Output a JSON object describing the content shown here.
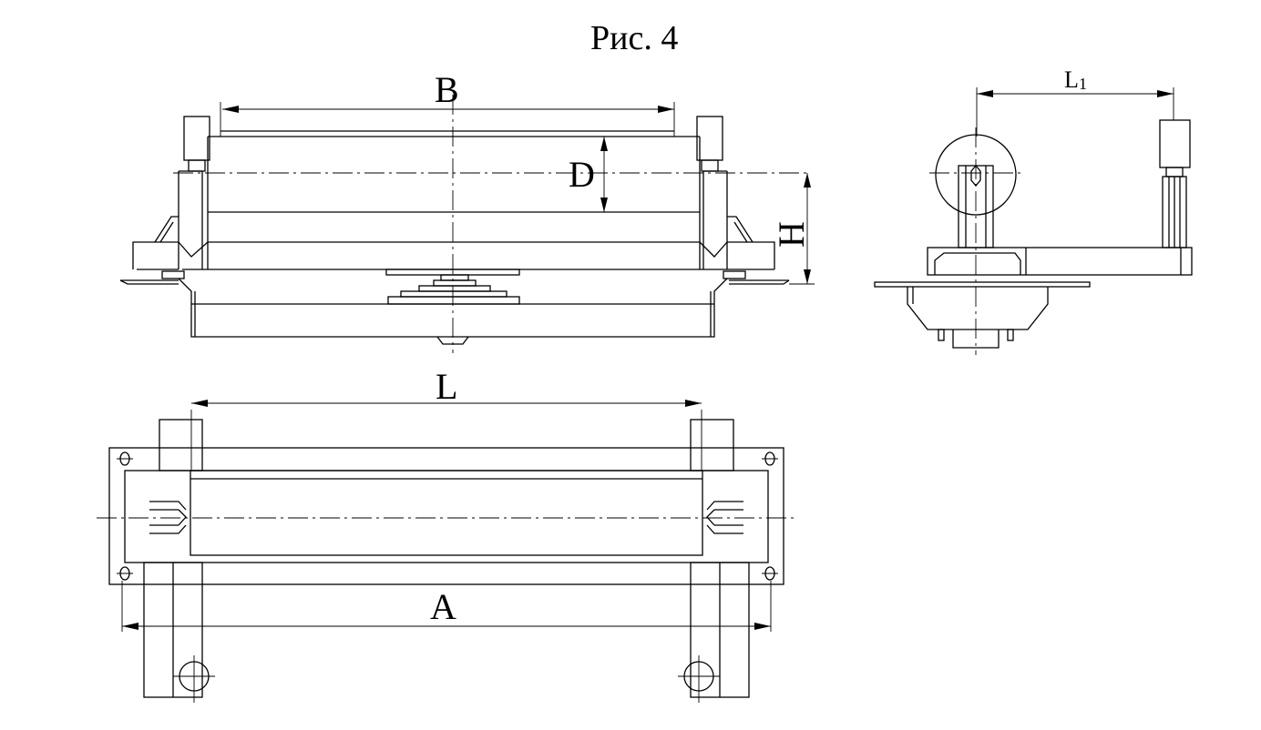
{
  "figure": {
    "title": "Рис. 4",
    "dimensions": {
      "B": "B",
      "D": "D",
      "H": "H",
      "L1_main": "L",
      "L1_sub": "1",
      "L": "L",
      "A": "A"
    }
  }
}
